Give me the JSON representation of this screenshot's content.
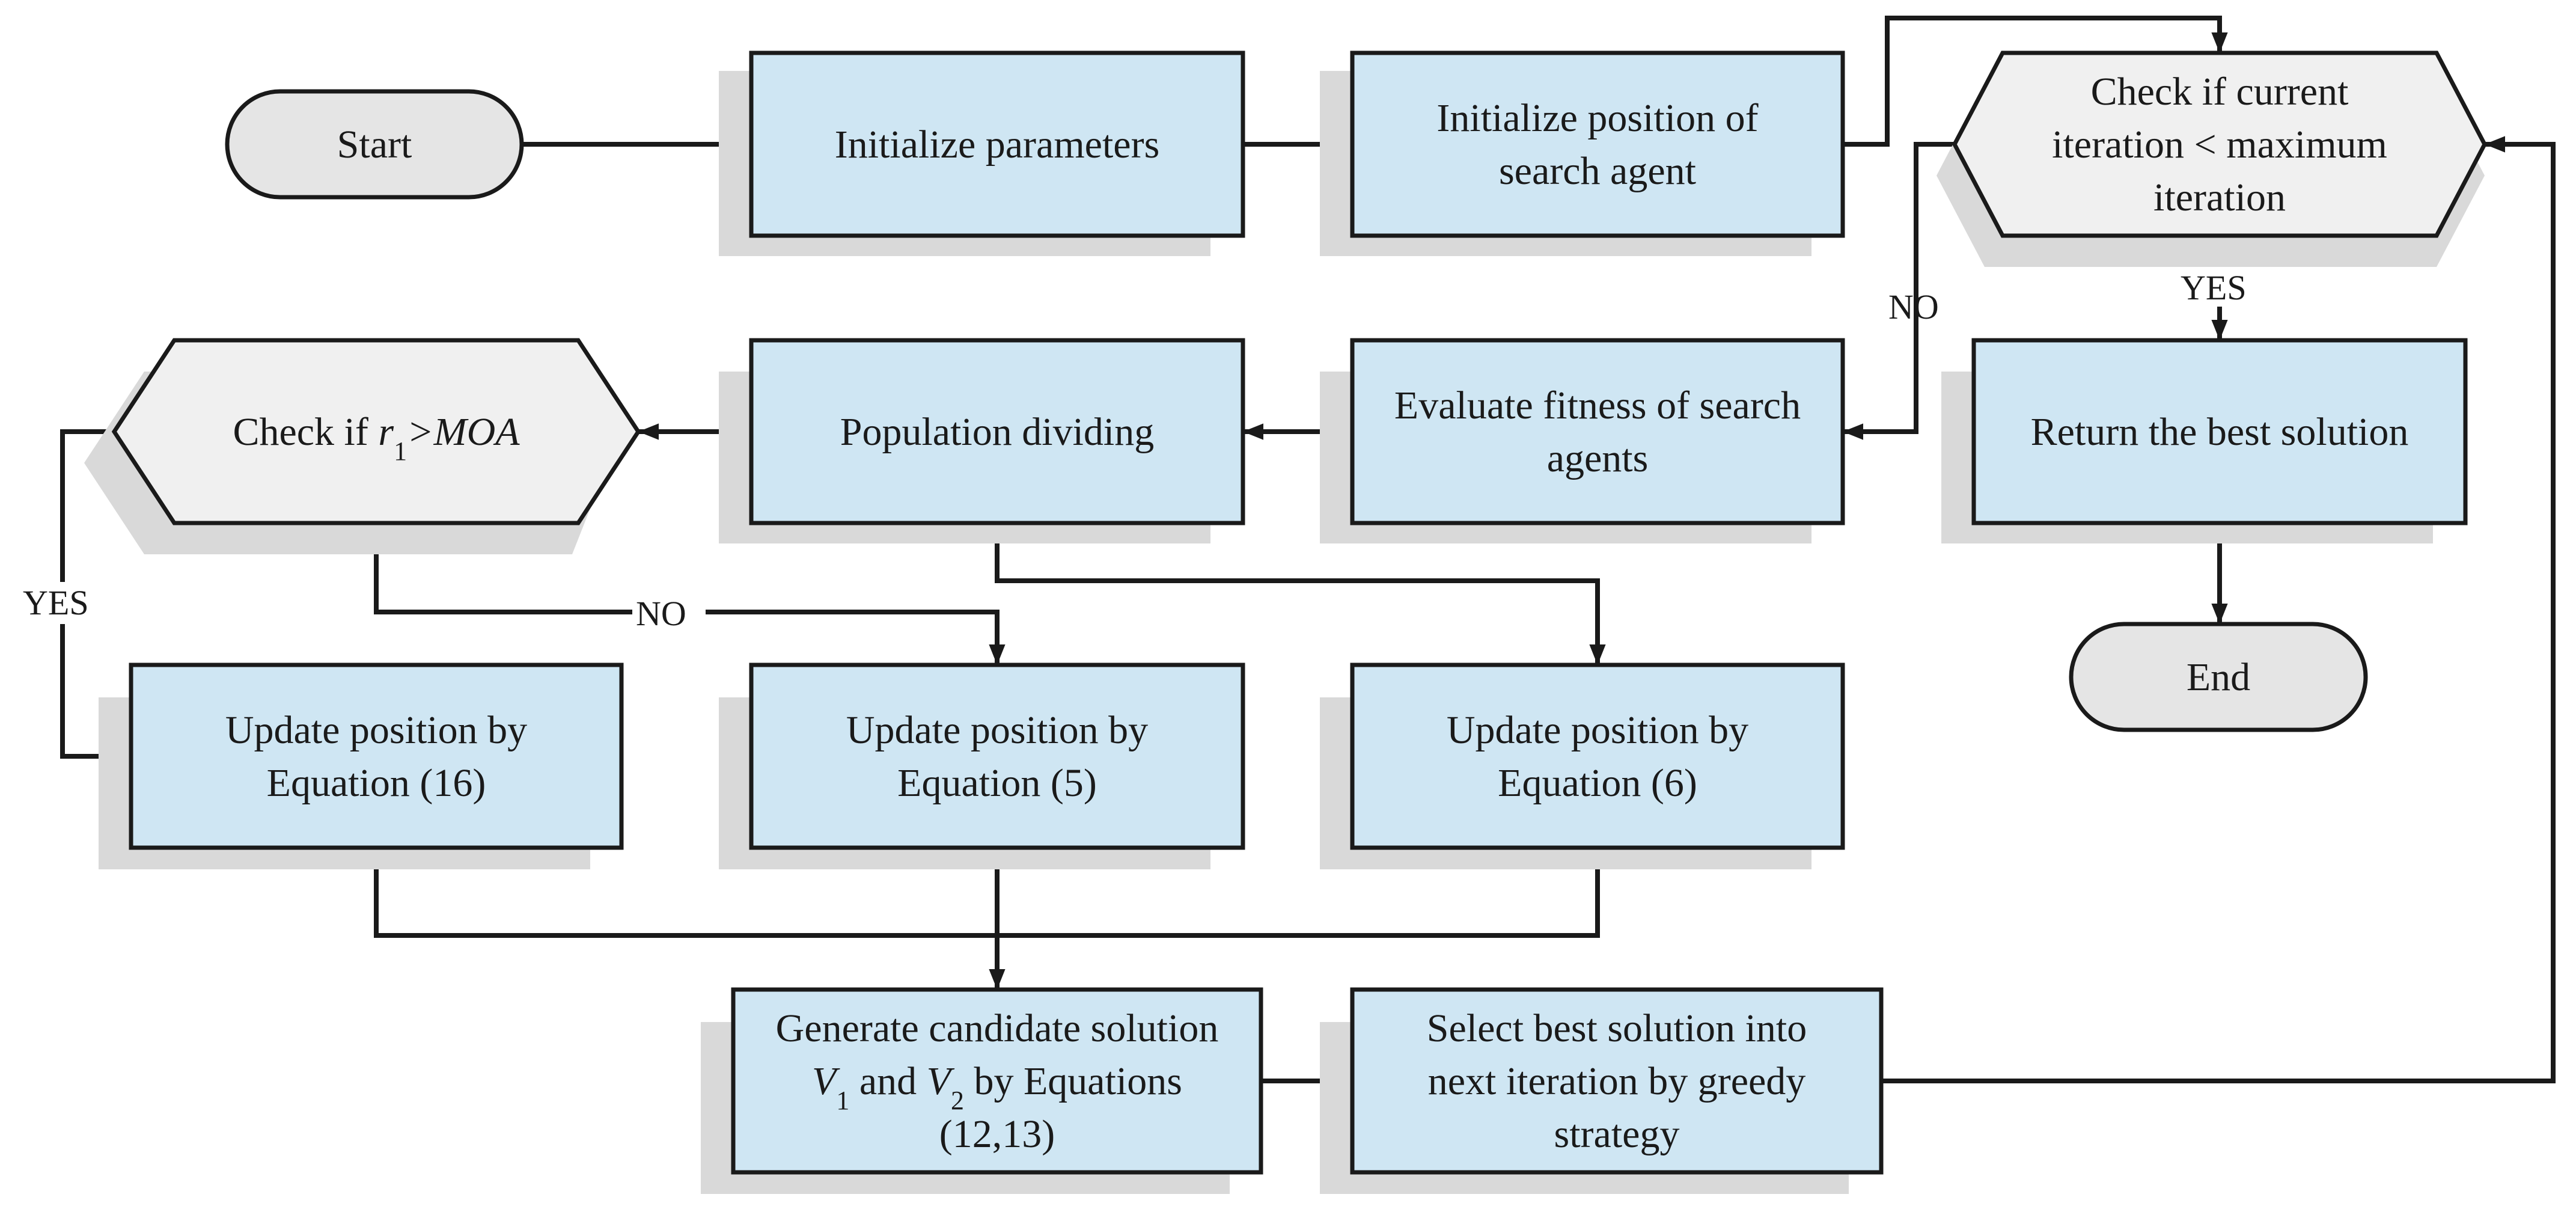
{
  "nodes": {
    "start": {
      "lines": [
        [
          "Start"
        ]
      ]
    },
    "init_params": {
      "lines": [
        [
          "Initialize parameters"
        ]
      ]
    },
    "init_position": {
      "lines": [
        [
          "Initialize position of"
        ],
        [
          "search agent"
        ]
      ]
    },
    "check_iteration": {
      "lines": [
        [
          "Check if  current"
        ],
        [
          "iteration < maximum"
        ],
        [
          "iteration"
        ]
      ]
    },
    "return_best": {
      "lines": [
        [
          "Return the best solution"
        ]
      ]
    },
    "end": {
      "lines": [
        [
          "End"
        ]
      ]
    },
    "evaluate_fitness": {
      "lines": [
        [
          "Evaluate fitness of search"
        ],
        [
          "agents"
        ]
      ]
    },
    "population_dividing": {
      "lines": [
        [
          "Population dividing"
        ]
      ]
    },
    "check_moa": {
      "lines": [
        [
          "Check if  ",
          {
            "t": "r",
            "i": true
          },
          {
            "t": "1",
            "sub": true
          },
          {
            "t": ">MOA",
            "i": true
          }
        ]
      ]
    },
    "update_16": {
      "lines": [
        [
          "Update position by"
        ],
        [
          "Equation (16)"
        ]
      ]
    },
    "update_5": {
      "lines": [
        [
          "Update position by"
        ],
        [
          "Equation (5)"
        ]
      ]
    },
    "update_6": {
      "lines": [
        [
          "Update position by"
        ],
        [
          "Equation (6)"
        ]
      ]
    },
    "generate_candidate": {
      "lines": [
        [
          "Generate candidate solution"
        ],
        [
          {
            "t": "V",
            "i": true
          },
          {
            "t": "1",
            "sub": true
          },
          " and ",
          {
            "t": "V",
            "i": true
          },
          {
            "t": "2",
            "sub": true
          },
          " by Equations"
        ],
        [
          "(12,13)"
        ]
      ]
    },
    "select_best": {
      "lines": [
        [
          "Select best solution into"
        ],
        [
          "next iteration by greedy"
        ],
        [
          "strategy"
        ]
      ]
    }
  },
  "edge_labels": {
    "iteration_no": "NO",
    "iteration_yes": "YES",
    "moa_yes": "YES",
    "moa_no": "NO"
  }
}
